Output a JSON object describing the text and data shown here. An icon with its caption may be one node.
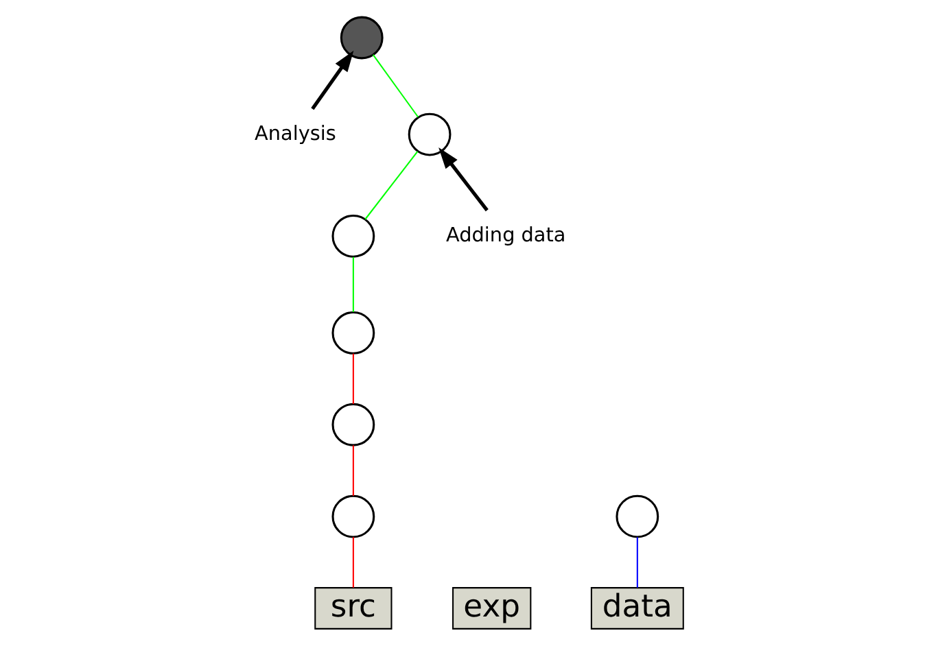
{
  "diagram": {
    "nodes": [
      {
        "text": [
          "Analysis"
        ]
      },
      {
        "text": [],
        "shape": "circle"
      },
      {
        "text": [
          "exp"
        ]
      },
      {
        "text": [],
        "shape": "circle"
      },
      {
        "text": [],
        "shape": "circle"
      },
      {
        "text": [],
        "shape": "circle"
      },
      {
        "text": [],
        "shape": "circle"
      },
      {
        "text": [],
        "shape": "circle"
      },
      {
        "text": [
          "src"
        ]
      },
      {
        "text": [
          "Adding data"
        ]
      },
      {
        "text": [],
        "shape": "circle"
      },
      {
        "text": [
          "data"
        ]
      }
    ],
    "edges": [
      {
        "from": 8,
        "to": 7,
        "arrow": "none",
        "color": "#ff0000"
      },
      {
        "from": 7,
        "to": 6,
        "arrow": "none",
        "color": "#ff0000"
      },
      {
        "from": 6,
        "to": 5,
        "arrow": "none",
        "color": "#ff0000"
      },
      {
        "from": 5,
        "to": 4,
        "arrow": "none",
        "color": "#00ff00"
      },
      {
        "from": 4,
        "to": 3,
        "arrow": "none",
        "color": "#00ff00"
      },
      {
        "from": 3,
        "to": 1,
        "arrow": "none",
        "color": "#00ff00"
      },
      {
        "from": 0,
        "to": 1,
        "arrow": "to",
        "style": "thick",
        "color": "#000000"
      },
      {
        "from": 9,
        "to": 3,
        "arrow": "to",
        "style": "thick",
        "color": "#000000"
      },
      {
        "from": 11,
        "to": 10,
        "arrow": "none",
        "color": "#0000ff"
      }
    ]
  }
}
